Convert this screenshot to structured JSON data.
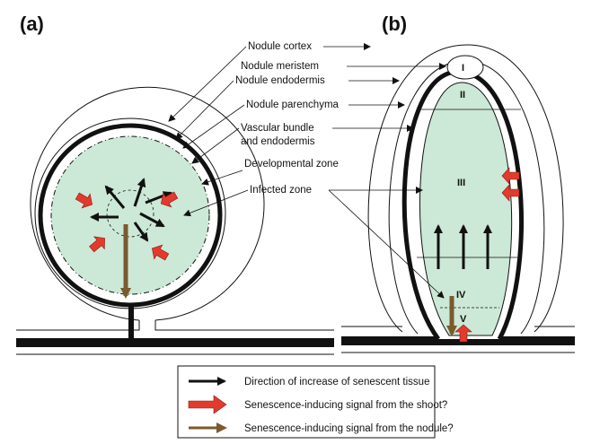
{
  "panels": {
    "a": "(a)",
    "b": "(b)"
  },
  "labels": {
    "nodule_cortex": "Nodule cortex",
    "nodule_meristem": "Nodule meristem",
    "nodule_endodermis": "Nodule endodermis",
    "nodule_parenchyma": "Nodule parenchyma",
    "vascular_bundle_1": "Vascular bundle",
    "vascular_bundle_2": "and endodermis",
    "developmental_zone": "Developmental zone",
    "infected_zone": "Infected zone"
  },
  "zones": {
    "I": "I",
    "II": "II",
    "III": "III",
    "IV": "IV",
    "V": "V"
  },
  "legend": {
    "items": [
      {
        "text": "Direction of increase of senescent tissue",
        "color": "#111111"
      },
      {
        "text": "Senescence-inducing signal from the shoot?",
        "color": "#e23b2e"
      },
      {
        "text": "Senescence-inducing signal from the nodule?",
        "color": "#7a5a2e"
      }
    ]
  },
  "colors": {
    "zone_fill": "#cce8d6",
    "red_arrow": "#e23b2e",
    "brown_arrow": "#7a5a2e",
    "black": "#111111"
  }
}
